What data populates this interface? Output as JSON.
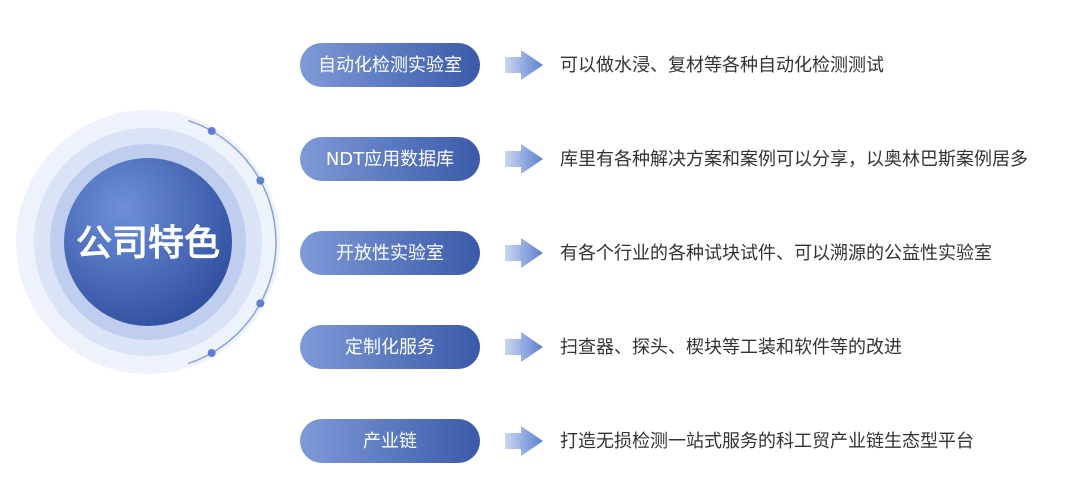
{
  "colors": {
    "pill_light": "#7e9ad7",
    "pill_dark": "#3a5aaa",
    "hub_light": "#6e8fd8",
    "hub_dark": "#2c4c9c",
    "ring_outer": "#eef2fb",
    "ring_mid": "#dbe3f6",
    "ring_inner": "#bfcdee",
    "arc": "#8aa2d8",
    "arrow_light": "#c9d6f2",
    "arrow_dark": "#5c7fd0",
    "desc_text": "#333333"
  },
  "hub": {
    "title": "公司特色"
  },
  "features": [
    {
      "label": "自动化检测实验室",
      "description": "可以做水浸、复材等各种自动化检测测试"
    },
    {
      "label": "NDT应用数据库",
      "description": "库里有各种解决方案和案例可以分享，以奥林巴斯案例居多"
    },
    {
      "label": "开放性实验室",
      "description": "有各个行业的各种试块试件、可以溯源的公益性实验室"
    },
    {
      "label": "定制化服务",
      "description": "扫查器、探头、楔块等工装和软件等的改进"
    },
    {
      "label": "产业链",
      "description": "打造无损检测一站式服务的科工贸产业链生态型平台"
    }
  ]
}
